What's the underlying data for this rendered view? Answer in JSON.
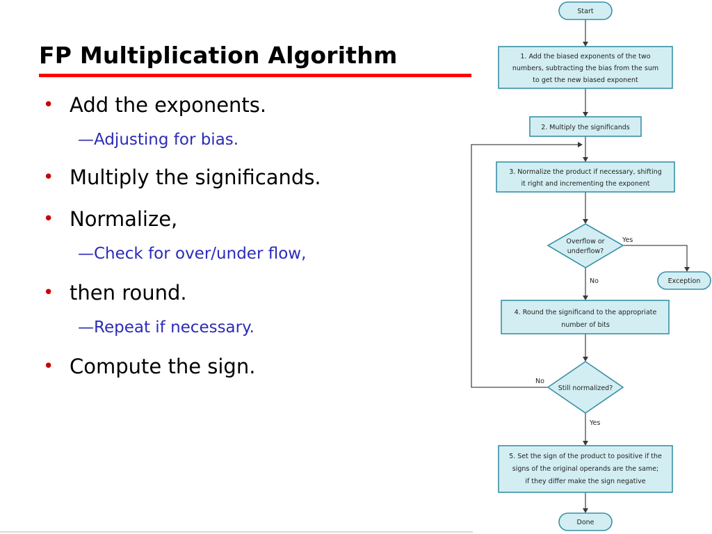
{
  "slide": {
    "title": "FP Multiplication Algorithm",
    "bullets": [
      {
        "text": "Add the exponents.",
        "sub": "Adjusting for bias."
      },
      {
        "text": "Multiply the significands.",
        "sub": ""
      },
      {
        "text": "Normalize,",
        "sub": "Check for over/under flow,"
      },
      {
        "text": "then round.",
        "sub": "Repeat if necessary."
      },
      {
        "text": "Compute the sign.",
        "sub": ""
      }
    ],
    "bullet_glyph": "•",
    "sub_glyph": "—"
  },
  "flowchart": {
    "start": "Start",
    "step1": [
      "1.  Add the biased exponents of the two",
      "numbers, subtracting the bias from the sum",
      "to get the new biased exponent"
    ],
    "step2": [
      "2. Multiply the significands"
    ],
    "step3": [
      "3. Normalize the product if necessary, shifting",
      "it right and incrementing the exponent"
    ],
    "decision1": [
      "Overflow or",
      "underflow?"
    ],
    "decision1_yes": "Yes",
    "decision1_no": "No",
    "exception": "Exception",
    "step4": [
      "4. Round the significand to the appropriate",
      "number of bits"
    ],
    "decision2": [
      "Still normalized?"
    ],
    "decision2_no": "No",
    "decision2_yes": "Yes",
    "step5": [
      "5. Set the sign of the product to positive if the",
      "signs of the original operands are the same;",
      "if they differ make the sign negative"
    ],
    "done": "Done"
  },
  "colors": {
    "title_rule": "#ff0000",
    "bullet_dot": "#cc0000",
    "sub_text": "#2b2bb8",
    "box_fill": "#d2eef3",
    "box_stroke": "#3a8fa6"
  }
}
